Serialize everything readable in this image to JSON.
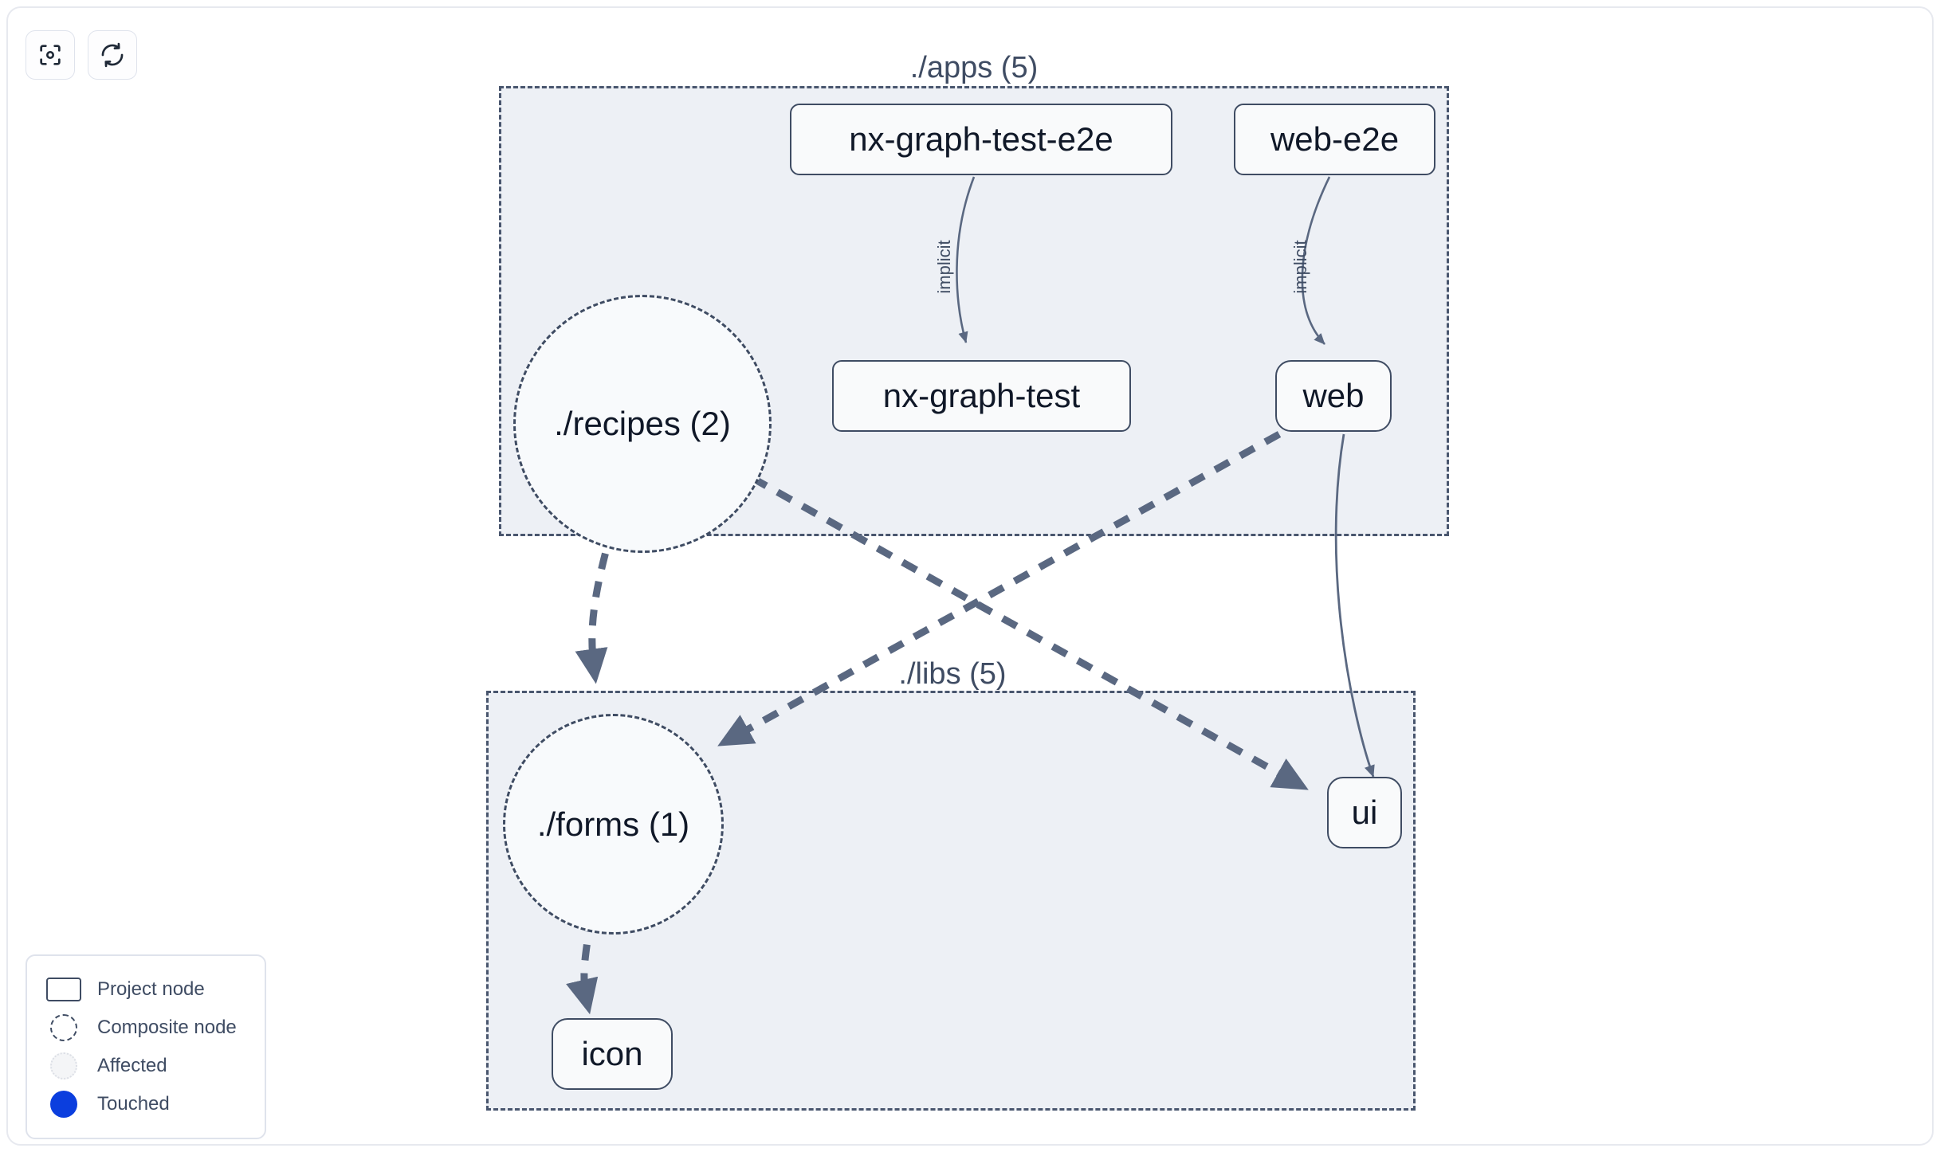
{
  "toolbar": {
    "buttons": [
      {
        "name": "focus-graph-button",
        "icon": "viewfinder-icon",
        "label": ""
      },
      {
        "name": "refresh-graph-button",
        "icon": "refresh-icon",
        "label": ""
      }
    ]
  },
  "graph": {
    "groups": [
      {
        "id": "apps",
        "label": "./apps (5)"
      },
      {
        "id": "libs",
        "label": "./libs (5)"
      }
    ],
    "project_nodes": [
      {
        "id": "nx-graph-test-e2e",
        "label": "nx-graph-test-e2e",
        "group": "apps"
      },
      {
        "id": "web-e2e",
        "label": "web-e2e",
        "group": "apps"
      },
      {
        "id": "nx-graph-test",
        "label": "nx-graph-test",
        "group": "apps"
      },
      {
        "id": "web",
        "label": "web",
        "group": "apps"
      },
      {
        "id": "ui",
        "label": "ui",
        "group": "libs"
      },
      {
        "id": "icon",
        "label": "icon",
        "group": "libs"
      }
    ],
    "composite_nodes": [
      {
        "id": "recipes",
        "label": "./recipes (2)",
        "group": "apps"
      },
      {
        "id": "forms",
        "label": "./forms (1)",
        "group": "libs"
      }
    ],
    "edges": [
      {
        "from": "nx-graph-test-e2e",
        "to": "nx-graph-test",
        "label": "implicit",
        "style": "solid"
      },
      {
        "from": "web-e2e",
        "to": "web",
        "label": "implicit",
        "style": "solid"
      },
      {
        "from": "web",
        "to": "forms",
        "label": "",
        "style": "dashed"
      },
      {
        "from": "recipes",
        "to": "ui",
        "label": "",
        "style": "dashed"
      },
      {
        "from": "recipes",
        "to": "forms",
        "label": "",
        "style": "dashed"
      },
      {
        "from": "forms",
        "to": "icon",
        "label": "",
        "style": "dashed"
      },
      {
        "from": "web",
        "to": "ui",
        "label": "",
        "style": "solid"
      }
    ]
  },
  "legend": {
    "items": [
      {
        "swatch": "project-node-swatch",
        "label": "Project node"
      },
      {
        "swatch": "composite-node-swatch",
        "label": "Composite node"
      },
      {
        "swatch": "affected-swatch",
        "label": "Affected"
      },
      {
        "swatch": "touched-swatch",
        "label": "Touched"
      }
    ]
  },
  "colors": {
    "group_fill": "#edf0f5",
    "group_border": "#49566e",
    "node_fill": "#f9fafb",
    "node_border": "#3f4c63",
    "node_text": "#101828",
    "edge": "#5a6881",
    "touched": "#0b3ede",
    "panel_border": "#e7e9ef"
  }
}
